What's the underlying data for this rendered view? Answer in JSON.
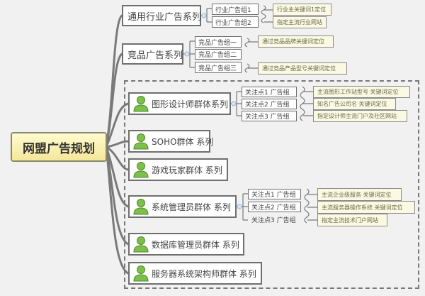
{
  "root": "网盟广告规划",
  "branches": [
    {
      "label": "通用行业广告系列",
      "groups": [
        "行业广告组1",
        "行业广告组2"
      ],
      "notes": [
        "行业主关键词1定位",
        "指定主流行业网站"
      ]
    },
    {
      "label": "竞品广告系列",
      "groups": [
        "竞品广告组一",
        "竞品广告组二",
        "竞品广告组三"
      ],
      "notes": [
        "通过竞品品牌关键词定位",
        "通过竞品产品型号关键词定位"
      ]
    },
    {
      "label": "图形设计师群体系列",
      "groups": [
        "关注点1 广告组",
        "关注点2 广告组",
        "关注点3 广告组"
      ],
      "notes": [
        "主流图形工作站型号 关键词定位",
        "知名广告公司名 关键词定位",
        "指定设计师主流门户及社区网站"
      ]
    },
    {
      "label": "SOHO群体 系列"
    },
    {
      "label": "游戏玩家群体 系列"
    },
    {
      "label": "系统管理员群体 系列",
      "groups": [
        "关注点1 广告组",
        "关注点2 广告组",
        "关注点3 广告组"
      ],
      "notes": [
        "主流企业级服务 关键词定位",
        "主流服务器操作系统 关键词定位",
        "指定主流技术门户网站"
      ]
    },
    {
      "label": "数据库管理员群体 系列"
    },
    {
      "label": "服务器系统架构师群体 系列"
    }
  ],
  "colors": {
    "line": "#777777",
    "root_fill": "#f4e79a",
    "note_fill": "#fbf9e3",
    "user_icon": "#6db33f"
  }
}
